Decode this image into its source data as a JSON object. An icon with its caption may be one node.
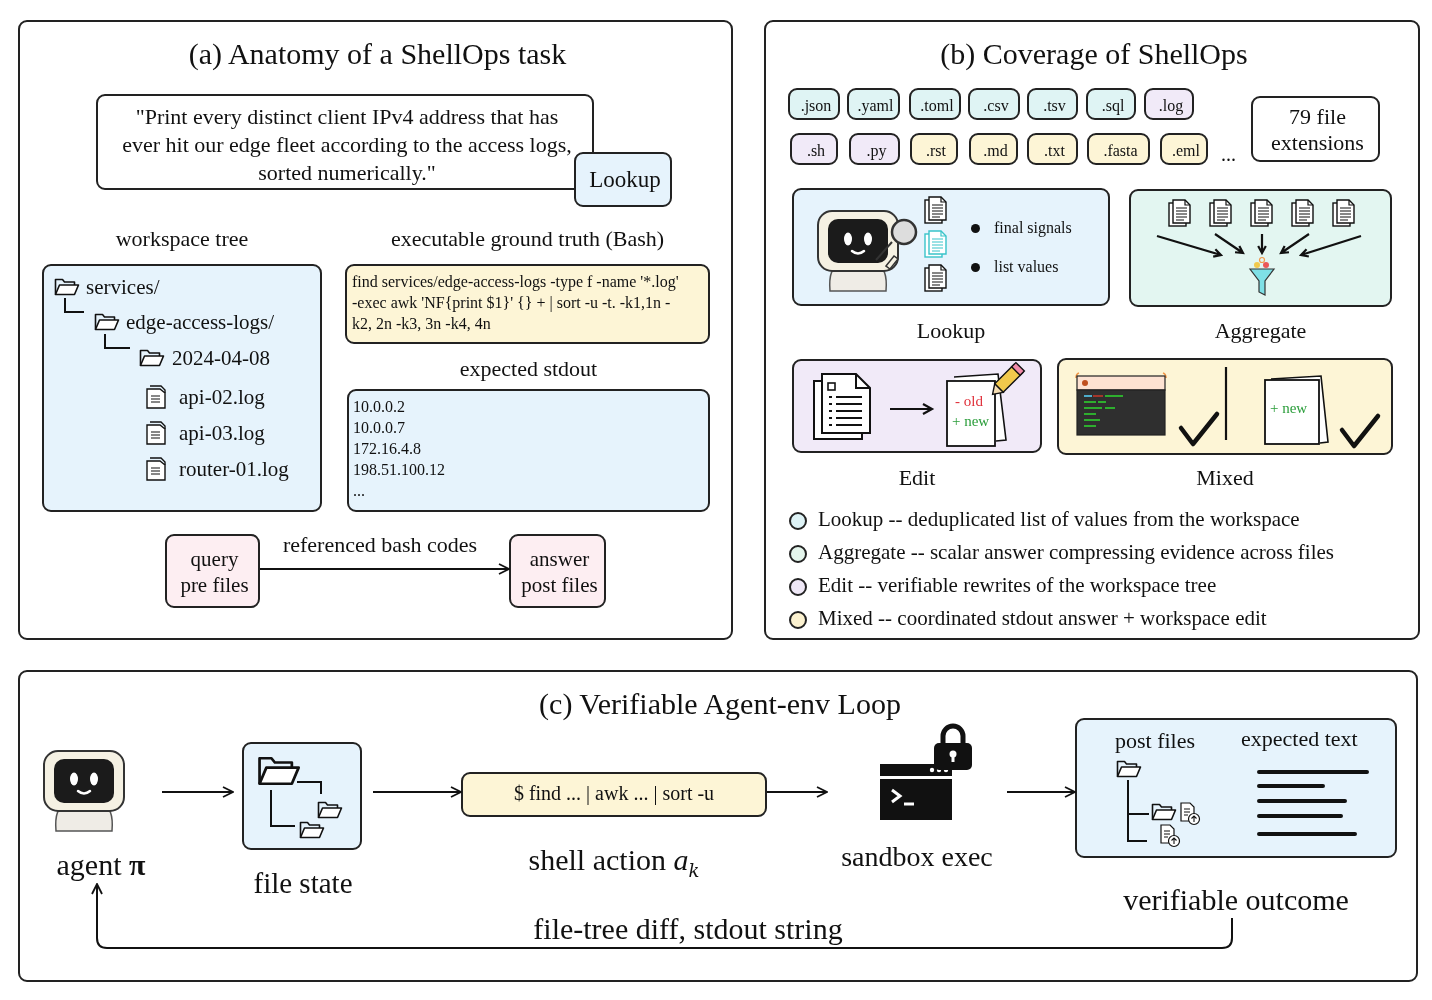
{
  "diagram": {
    "nodes": [
      {
        "text": [
          "(a) Anatomy of a ShellOps task"
        ]
      },
      {
        "text": [
          "\"Print every distinct client IPv4 address that has ever hit our edge fleet according to the access logs, sorted numerically.\""
        ],
        "in": 0
      },
      {
        "text": [
          "Lookup"
        ],
        "in": 0
      },
      {
        "text": [
          "workspace tree",
          "services/",
          "edge-access-logs/",
          "2024-04-08",
          "api-02.log",
          "api-03.log",
          "router-01.log"
        ],
        "in": 0
      },
      {
        "text": [
          "executable ground truth (Bash)",
          "find services/edge-access-logs -type f -name '*.log' -exec awk 'NF{print $1}' {} + | sort -u -t. -k1,1n -k2, 2n -k3, 3n -k4, 4n"
        ],
        "in": 0
      },
      {
        "text": [
          "expected stdout",
          "10.0.0.2",
          "10.0.0.7",
          "172.16.4.8",
          "198.51.100.12",
          "..."
        ],
        "in": 0
      },
      {
        "text": [
          "query pre files"
        ],
        "in": 0
      },
      {
        "text": [
          "answer post files"
        ],
        "in": 0
      },
      {
        "text": [
          "(b) Coverage of ShellOps"
        ]
      },
      {
        "text": [
          ".json"
        ],
        "in": 8
      },
      {
        "text": [
          ".yaml"
        ],
        "in": 8
      },
      {
        "text": [
          ".toml"
        ],
        "in": 8
      },
      {
        "text": [
          ".csv"
        ],
        "in": 8
      },
      {
        "text": [
          ".tsv"
        ],
        "in": 8
      },
      {
        "text": [
          ".sql"
        ],
        "in": 8
      },
      {
        "text": [
          ".log"
        ],
        "in": 8
      },
      {
        "text": [
          ".sh"
        ],
        "in": 8
      },
      {
        "text": [
          ".py"
        ],
        "in": 8
      },
      {
        "text": [
          ".rst"
        ],
        "in": 8
      },
      {
        "text": [
          ".md"
        ],
        "in": 8
      },
      {
        "text": [
          ".txt"
        ],
        "in": 8
      },
      {
        "text": [
          ".fasta"
        ],
        "in": 8
      },
      {
        "text": [
          ".eml"
        ],
        "in": 8
      },
      {
        "text": [
          "79 file extensions"
        ],
        "in": 8
      },
      {
        "text": [
          "final signals",
          "list values",
          "Lookup"
        ],
        "in": 8
      },
      {
        "text": [
          "Aggregate"
        ],
        "in": 8
      },
      {
        "text": [
          "- old",
          "+ new",
          "Edit"
        ],
        "in": 8
      },
      {
        "text": [
          "+ new",
          "Mixed"
        ],
        "in": 8
      },
      {
        "text": [
          "(c) Verifiable Agent-env Loop"
        ]
      },
      {
        "text": [
          "agent **π**"
        ],
        "in": 28
      },
      {
        "text": [
          "file state"
        ],
        "in": 28
      },
      {
        "text": [
          "$ find ... | awk ... | sort -u",
          "shell action *a*$_{k}$"
        ],
        "in": 28
      },
      {
        "text": [
          "sandbox exec"
        ],
        "in": 28
      },
      {
        "text": [
          "post files",
          "expected text",
          "verifiable outcome"
        ],
        "in": 28
      }
    ],
    "edges": [
      {
        "from": 6,
        "to": 7,
        "arrow": "to",
        "label": "referenced bash codes"
      },
      {
        "from": 29,
        "to": 30,
        "arrow": "to"
      },
      {
        "from": 30,
        "to": 31,
        "arrow": "to"
      },
      {
        "from": 31,
        "to": 32,
        "arrow": "to"
      },
      {
        "from": 32,
        "to": 33,
        "arrow": "to"
      },
      {
        "from": 33,
        "to": 29,
        "arrow": "to",
        "label": "file-tree diff, stdout string"
      }
    ],
    "labels": [
      "..."
    ],
    "legend": [
      {
        "text": "Lookup -- deduplicated list of values from the workspace",
        "color": "#def3f6"
      },
      {
        "text": "Aggregate -- scalar answer compressing evidence across files",
        "color": "#e4f5ec"
      },
      {
        "text": "Edit -- verifiable rewrites of the workspace tree",
        "color": "#efe8f7"
      },
      {
        "text": "Mixed -- coordinated stdout answer + workspace edit",
        "color": "#fcf2d0"
      }
    ]
  }
}
